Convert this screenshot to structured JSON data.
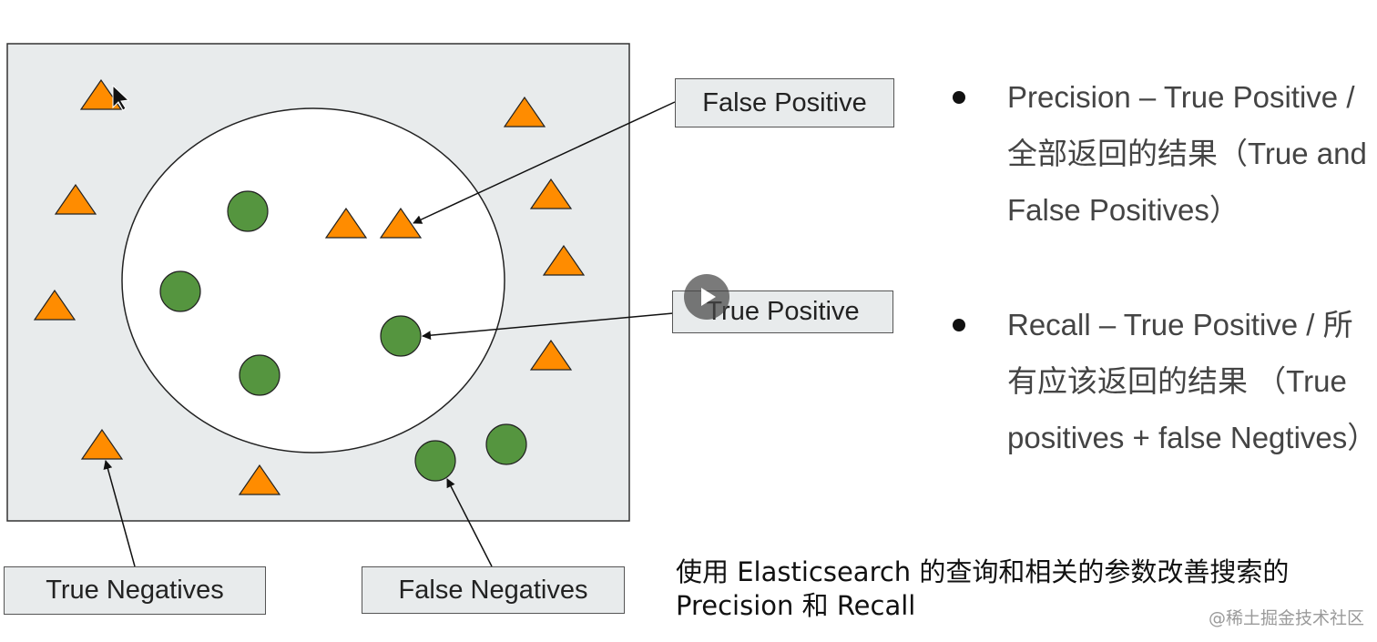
{
  "labels": {
    "false_positive": "False Positive",
    "true_positive": "True Positive",
    "true_negatives": "True Negatives",
    "false_negatives": "False Negatives"
  },
  "bullets": [
    {
      "text": "Precision – True Positive / 全部返回的结果（True and False Positives）"
    },
    {
      "text": "Recall – True Positive / 所有应该返回的结果 （True positives + false Negtives）"
    }
  ],
  "caption": "使用 Elasticsearch 的查询和相关的参数改善搜索的 Precision 和 Recall",
  "watermark": "@稀土掘金技术社区",
  "colors": {
    "panel_bg": "#e8ebec",
    "triangle": "#ff8c00",
    "circle": "#55953f",
    "outline": "#222222"
  }
}
